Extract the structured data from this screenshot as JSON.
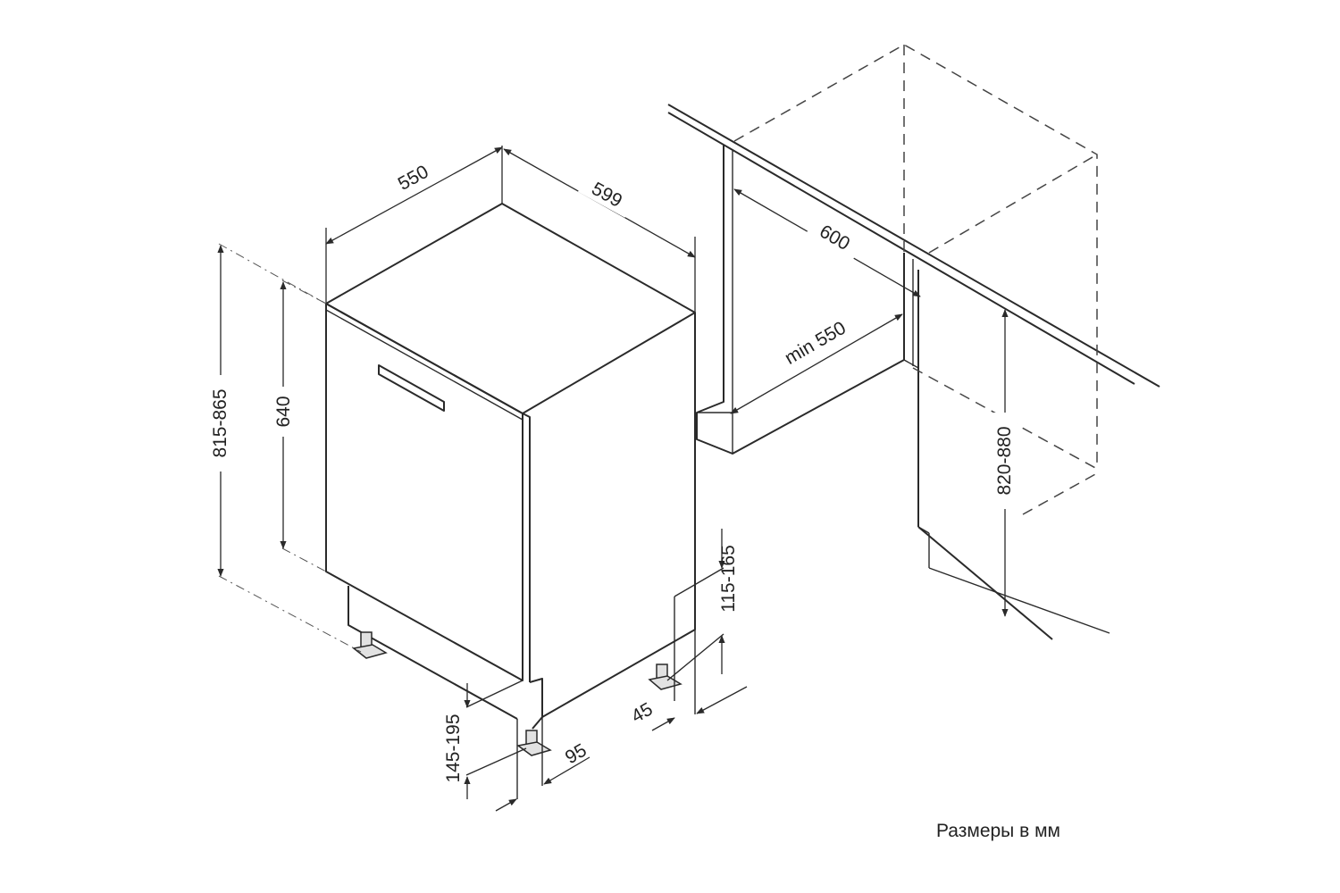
{
  "dimensions": {
    "depth_550": "550",
    "width_599": "599",
    "height_total": "815-865",
    "door_height": "640",
    "plinth_right": "115-165",
    "offset_45": "45",
    "plinth_left": "145-195",
    "offset_95": "95",
    "niche_width": "600",
    "niche_depth": "min 550",
    "niche_height": "820-880"
  },
  "note": "Размеры в мм"
}
